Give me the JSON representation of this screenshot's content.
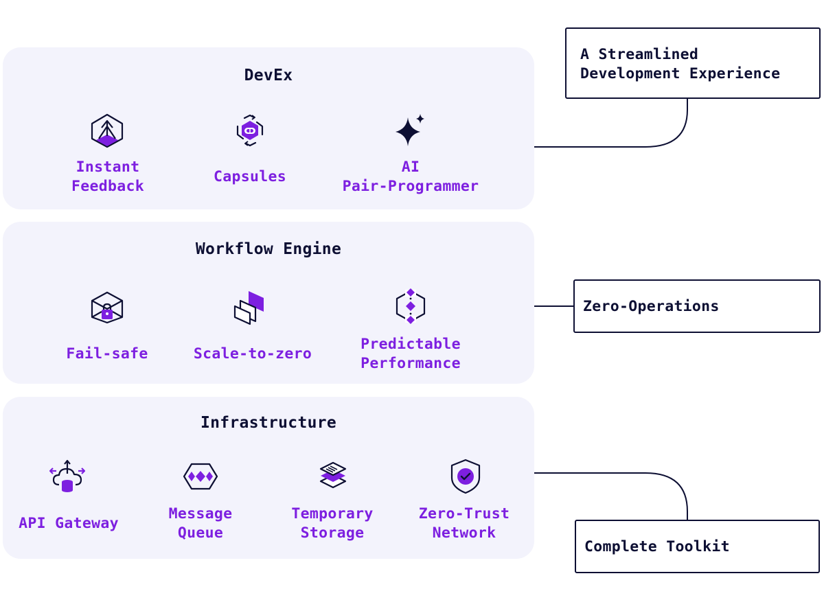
{
  "panels": {
    "devex": {
      "title": "DevEx",
      "items": [
        {
          "label": "Instant\nFeedback",
          "icon": "instant-feedback-icon"
        },
        {
          "label": "Capsules",
          "icon": "capsules-icon"
        },
        {
          "label": "AI\nPair-Programmer",
          "icon": "sparkle-icon"
        }
      ]
    },
    "workflow": {
      "title": "Workflow Engine",
      "items": [
        {
          "label": "Fail-safe",
          "icon": "fail-safe-lock-icon"
        },
        {
          "label": "Scale-to-zero",
          "icon": "scale-to-zero-icon"
        },
        {
          "label": "Predictable\nPerformance",
          "icon": "predictable-performance-icon"
        }
      ]
    },
    "infrastructure": {
      "title": "Infrastructure",
      "items": [
        {
          "label": "API Gateway",
          "icon": "api-gateway-cloud-icon"
        },
        {
          "label": "Message\nQueue",
          "icon": "message-queue-icon"
        },
        {
          "label": "Temporary\nStorage",
          "icon": "layered-storage-icon"
        },
        {
          "label": "Zero-Trust\nNetwork",
          "icon": "shield-check-icon"
        }
      ]
    }
  },
  "callouts": {
    "devex": "A Streamlined\nDevelopment Experience",
    "workflow": "Zero-Operations",
    "infrastructure": "Complete Toolkit"
  },
  "colors": {
    "accent": "#7d1fe0",
    "ink": "#0d0f33",
    "panel_bg": "#f3f3fc"
  }
}
